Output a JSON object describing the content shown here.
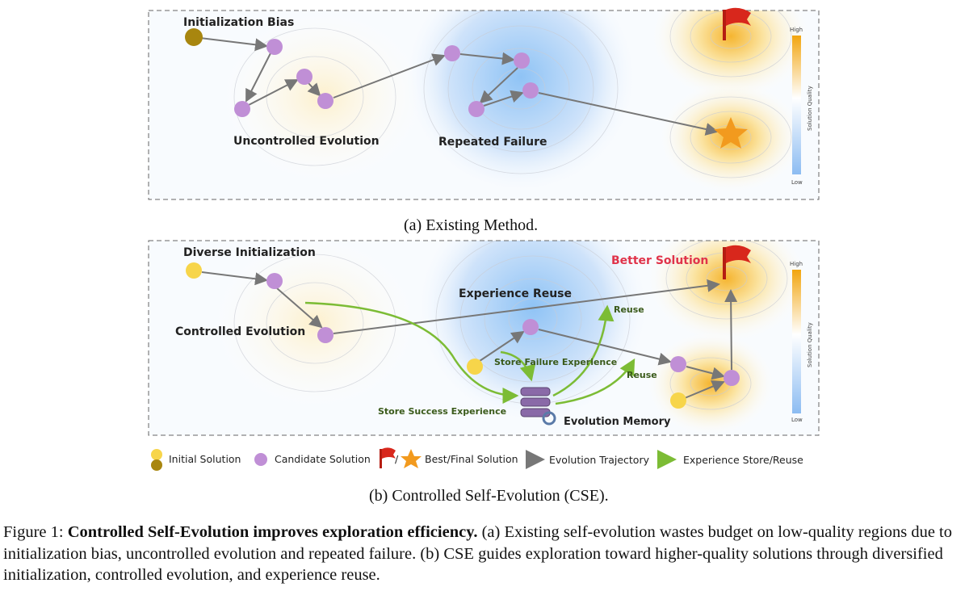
{
  "panel_a": {
    "labels": {
      "init_bias": "Initialization Bias",
      "uncontrolled": "Uncontrolled Evolution",
      "repeated": "Repeated Failure"
    },
    "caption": "(a) Existing Method."
  },
  "panel_b": {
    "labels": {
      "diverse": "Diverse Initialization",
      "controlled": "Controlled Evolution",
      "reuse_title": "Experience Reuse",
      "better": "Better Solution",
      "reuse1": "Reuse",
      "reuse2": "Reuse",
      "store_failure": "Store Failure Experience",
      "store_success": "Store Success Experience",
      "memory": "Evolution Memory"
    },
    "caption": "(b) Controlled Self-Evolution (CSE)."
  },
  "colorbar": {
    "high": "High",
    "low": "Low",
    "title": "Solution Quality"
  },
  "legend": {
    "initial": "Initial Solution",
    "candidate": "Candidate Solution",
    "best": "Best/Final Solution",
    "trajectory": "Evolution Trajectory",
    "experience": "Experience Store/Reuse"
  },
  "colors": {
    "candidate": "#c08fd6",
    "initial_a": "#a8860f",
    "initial_b": "#f7d54a",
    "trajectory": "#777777",
    "experience": "#7cbc35",
    "flag": "#d8271c",
    "star": "#f29a1e",
    "better": "#e0334a"
  },
  "figure_caption": {
    "prefix": "Figure 1: ",
    "bold": "Controlled Self-Evolution improves exploration efficiency.",
    "text": " (a) Existing self-evolution wastes budget on low-quality regions due to initialization bias, uncontrolled evolution and repeated failure. (b) CSE guides exploration toward higher-quality solutions through diversified initialization, controlled evolution, and experience reuse."
  }
}
